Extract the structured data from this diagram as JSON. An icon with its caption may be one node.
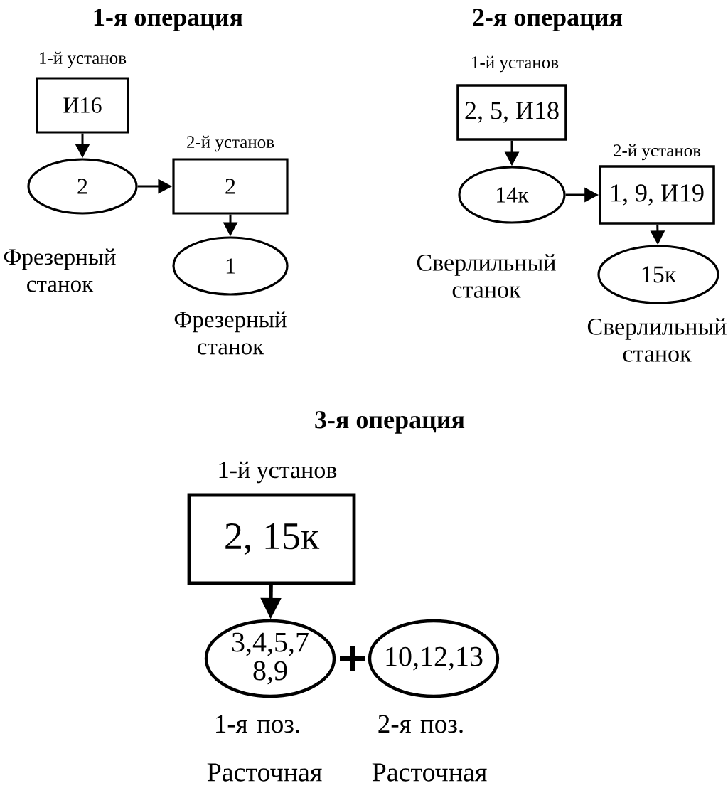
{
  "diagram": {
    "nodes": [
      {
        "text": [
          "1-й установ",
          "И16"
        ]
      },
      {
        "text": [
          "2"
        ],
        "beside": [
          "Фрезерный станок"
        ]
      },
      {
        "text": [
          "2-й установ",
          "2"
        ]
      },
      {
        "text": [
          "1"
        ],
        "beside": [
          "Фрезерный станок"
        ]
      },
      {
        "text": [
          "1-й установ",
          "2, 5, И18"
        ]
      },
      {
        "text": [
          "14к"
        ],
        "beside": [
          "Сверлильный станок"
        ]
      },
      {
        "text": [
          "2-й установ",
          "1, 9, И19"
        ]
      },
      {
        "text": [
          "15к"
        ],
        "beside": [
          "Сверлильный станок"
        ]
      },
      {
        "text": [
          "1-й установ",
          "2, 15к"
        ]
      },
      {
        "text": [
          "3,4,5,7 8,9"
        ],
        "beside": [
          "1-я поз.",
          "Расточная"
        ]
      },
      {
        "text": [
          "10,12,13"
        ],
        "beside": [
          "2-я поз.",
          "Расточная"
        ]
      }
    ],
    "edges": [
      {
        "from": 0,
        "to": 1,
        "arrow": "to"
      },
      {
        "from": 1,
        "to": 2,
        "arrow": "to"
      },
      {
        "from": 2,
        "to": 3,
        "arrow": "to"
      },
      {
        "from": 4,
        "to": 5,
        "arrow": "to"
      },
      {
        "from": 5,
        "to": 6,
        "arrow": "to"
      },
      {
        "from": 6,
        "to": 7,
        "arrow": "to"
      },
      {
        "from": 8,
        "to": 9,
        "arrow": "to"
      }
    ],
    "labels": [
      "1-я операция",
      "2-я операция",
      "3-я операция"
    ]
  }
}
